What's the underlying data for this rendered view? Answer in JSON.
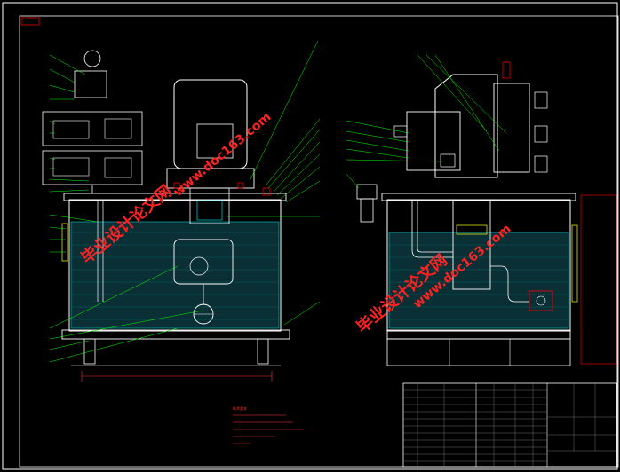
{
  "drawing": {
    "title_block_tag": "",
    "watermarks": [
      {
        "text": "毕业设计论文网",
        "color": "#ff2222"
      },
      {
        "text": "www.doc163.com",
        "color": "#ff2222"
      },
      {
        "text": "毕业设计论文网",
        "color": "#ff2222"
      },
      {
        "text": "www.doc163.com",
        "color": "#ff2222"
      }
    ],
    "colors": {
      "background": "#000000",
      "frame": "#ffffff",
      "outline": "#ffffff",
      "leader": "#00ff00",
      "fluid": "#00ffff",
      "accent": "#ff0000",
      "yellow": "#ffff00"
    },
    "notes_heading": "技术要求",
    "notes": [
      "",
      "",
      "",
      ""
    ]
  }
}
